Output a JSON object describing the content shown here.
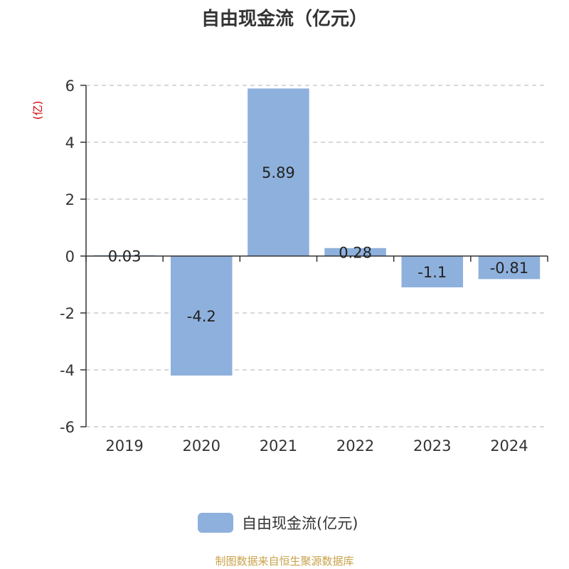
{
  "chart_data": {
    "type": "bar",
    "title": "自由现金流（亿元）",
    "ylabel": "(亿)",
    "categories": [
      "2019",
      "2020",
      "2021",
      "2022",
      "2023",
      "2024"
    ],
    "series": [
      {
        "name": "自由现金流(亿元)",
        "values": [
          0.03,
          -4.2,
          5.89,
          0.28,
          -1.1,
          -0.81
        ]
      }
    ],
    "data_labels": [
      "0.03",
      "-4.2",
      "5.89",
      "0.28",
      "-1.1",
      "-0.81"
    ],
    "ylim": [
      -6,
      6
    ],
    "yticks": [
      6,
      4,
      2,
      0,
      -2,
      -4,
      -6
    ],
    "grid": true,
    "legend_position": "bottom-center",
    "colors": {
      "bar": "#8eb0dc",
      "ylabel": "#cc0000",
      "grid": "#cccccc",
      "source": "#c8a24a"
    }
  },
  "footer": {
    "source": "制图数据来自恒生聚源数据库"
  }
}
